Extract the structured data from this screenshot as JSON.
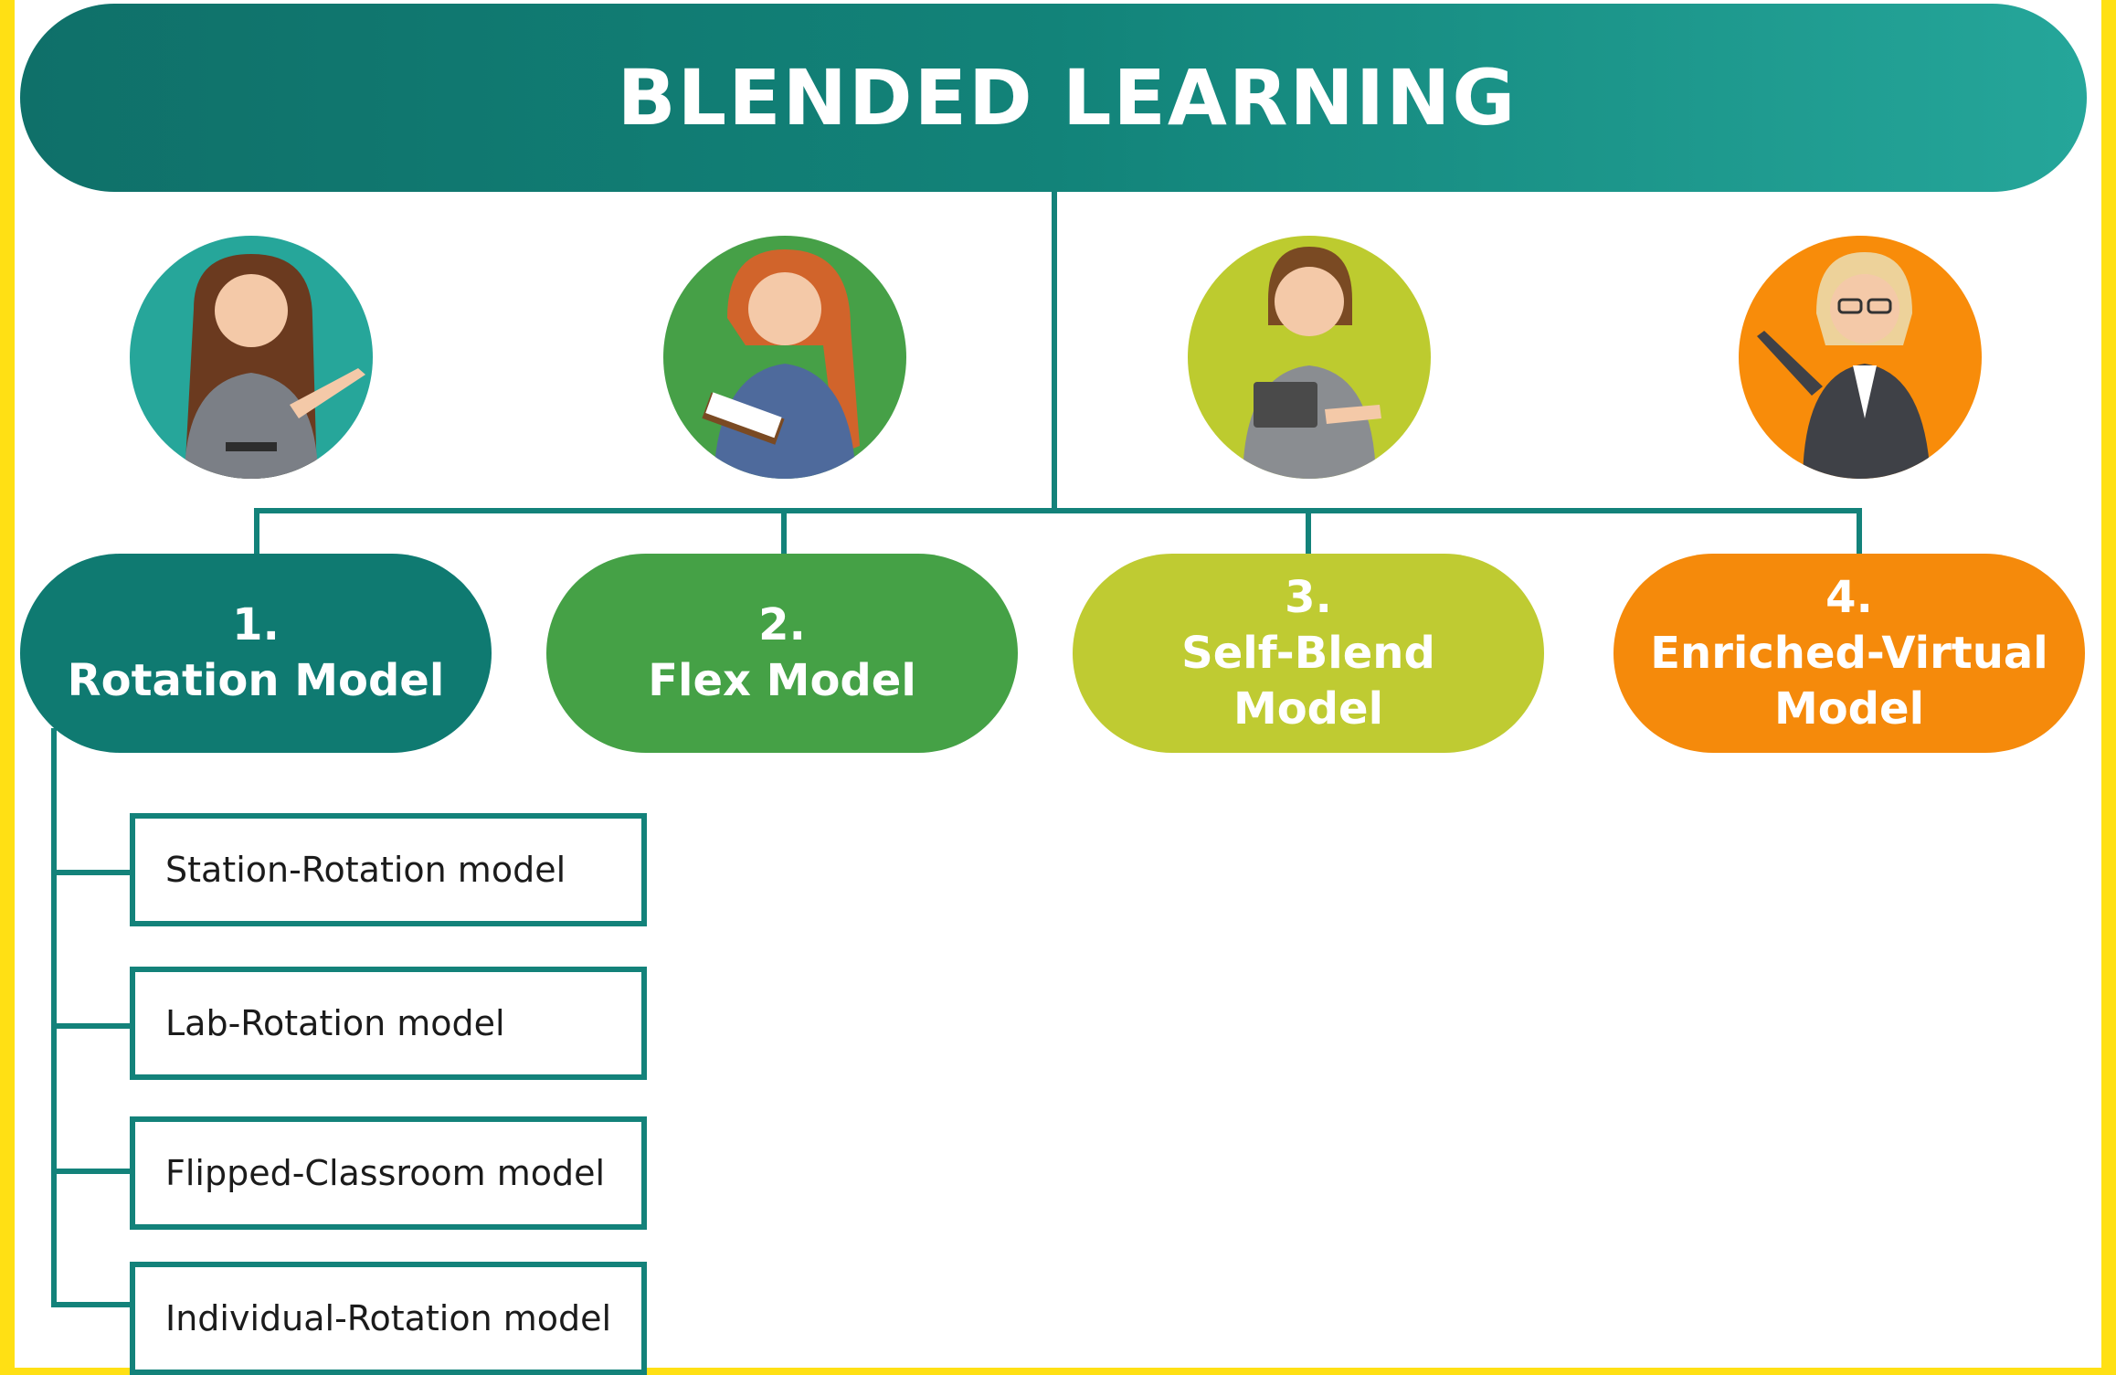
{
  "title": "BLENDED LEARNING",
  "colors": {
    "frame": "#FFE014",
    "teal_dark": "#0F7069",
    "teal_light": "#25A69A",
    "connector": "#13827A",
    "green": "#45A146",
    "lime": "#BFCB32",
    "orange": "#F58A0B"
  },
  "models": [
    {
      "number": "1.",
      "name_lines": [
        "Rotation Model"
      ],
      "color": "#0F7A71",
      "avatar_color": "#26A69A"
    },
    {
      "number": "2.",
      "name_lines": [
        "Flex Model"
      ],
      "color": "#45A146",
      "avatar_color": "#46A047"
    },
    {
      "number": "3.",
      "name_lines": [
        "Self-Blend",
        "Model"
      ],
      "color": "#BFCB32",
      "avatar_color": "#BDCB2F"
    },
    {
      "number": "4.",
      "name_lines": [
        "Enriched-Virtual",
        "Model"
      ],
      "color": "#F58A0B",
      "avatar_color": "#F88C0A"
    }
  ],
  "rotation_submodels": [
    "Station-Rotation model",
    "Lab-Rotation model",
    "Flipped-Classroom model",
    "Individual-Rotation model"
  ],
  "avatar_icons": [
    "teacher-pointing-icon",
    "teacher-notebook-icon",
    "teacher-tablet-icon",
    "teacher-presenting-icon"
  ]
}
